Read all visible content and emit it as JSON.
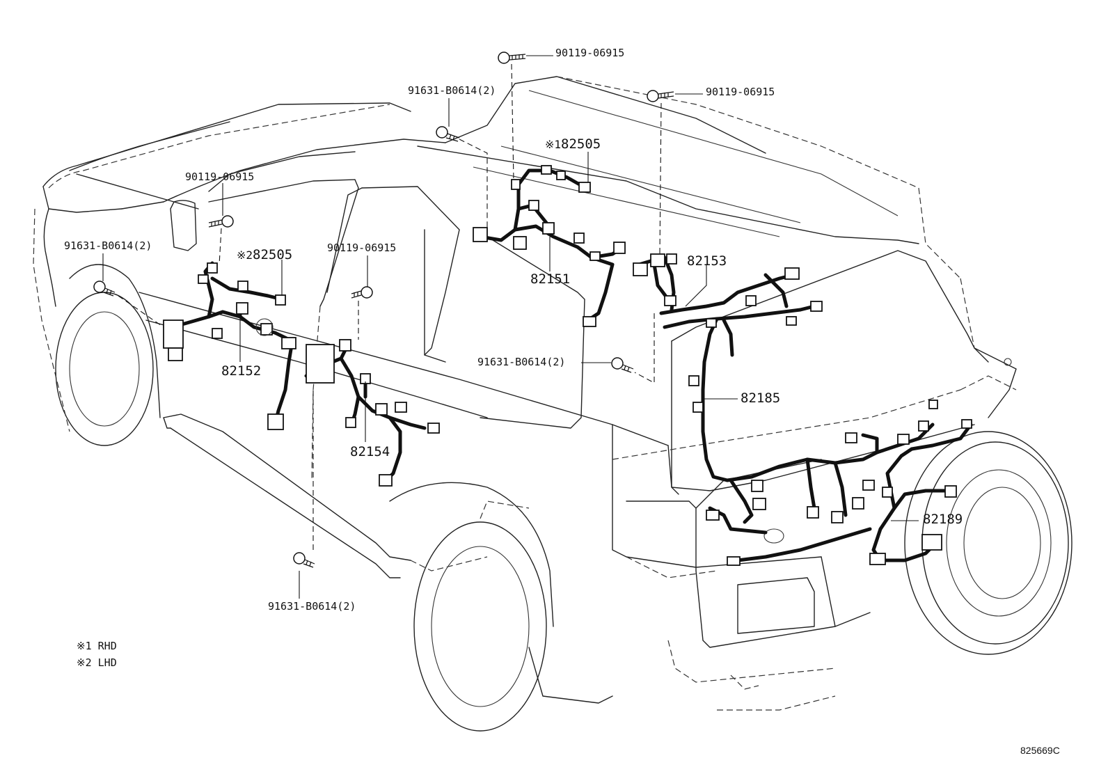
{
  "parts": {
    "bolt_top_center": "90119-06915",
    "bolt_top_right": "90119-06915",
    "bolt_left_upper": "90119-06915",
    "bolt_mid_center": "90119-06915",
    "screw_top": "91631-B0614(2)",
    "screw_left": "91631-B0614(2)",
    "screw_mid_right": "91631-B0614(2)",
    "screw_bottom": "91631-B0614(2)",
    "harness_roof_rhd_mark": "※1",
    "harness_roof_rhd": "82505",
    "harness_door_lhd_mark": "※2",
    "harness_door_lhd": "82505",
    "harness_roof": "82151",
    "harness_front_door": "82152",
    "harness_quarter": "82153",
    "harness_rear_door": "82154",
    "harness_back_door": "82185",
    "harness_spare": "82189"
  },
  "notes": [
    {
      "mark": "※1",
      "text": "RHD"
    },
    {
      "mark": "※2",
      "text": "LHD"
    }
  ],
  "figure_id": "825669C"
}
